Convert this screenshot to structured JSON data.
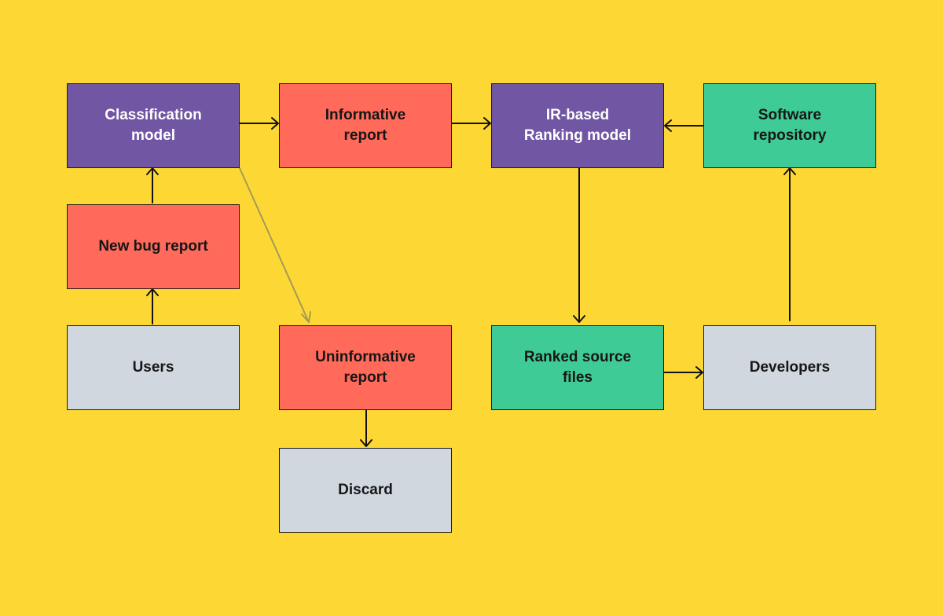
{
  "diagram": {
    "background_color": "#FDD835",
    "colors": {
      "model": "#7157A3",
      "report": "#FF6A5B",
      "source": "#3ECB95",
      "actor": "#D1D7DF",
      "edge": "#111111",
      "edge_faded": "#A59A54"
    },
    "nodes": {
      "classification_model": "Classification\nmodel",
      "informative_report": "Informative\nreport",
      "ranking_model": "IR-based\nRanking model",
      "software_repository": "Software\nrepository",
      "new_bug_report": "New bug report",
      "users": "Users",
      "uninformative_report": "Uninformative\nreport",
      "ranked_source_files": "Ranked source\nfiles",
      "developers": "Developers",
      "discard": "Discard"
    },
    "edges": [
      {
        "from": "users",
        "to": "new_bug_report"
      },
      {
        "from": "new_bug_report",
        "to": "classification_model"
      },
      {
        "from": "classification_model",
        "to": "informative_report"
      },
      {
        "from": "classification_model",
        "to": "uninformative_report",
        "style": "faded"
      },
      {
        "from": "informative_report",
        "to": "ranking_model"
      },
      {
        "from": "software_repository",
        "to": "ranking_model"
      },
      {
        "from": "ranking_model",
        "to": "ranked_source_files"
      },
      {
        "from": "ranked_source_files",
        "to": "developers"
      },
      {
        "from": "developers",
        "to": "software_repository"
      },
      {
        "from": "uninformative_report",
        "to": "discard"
      }
    ]
  }
}
